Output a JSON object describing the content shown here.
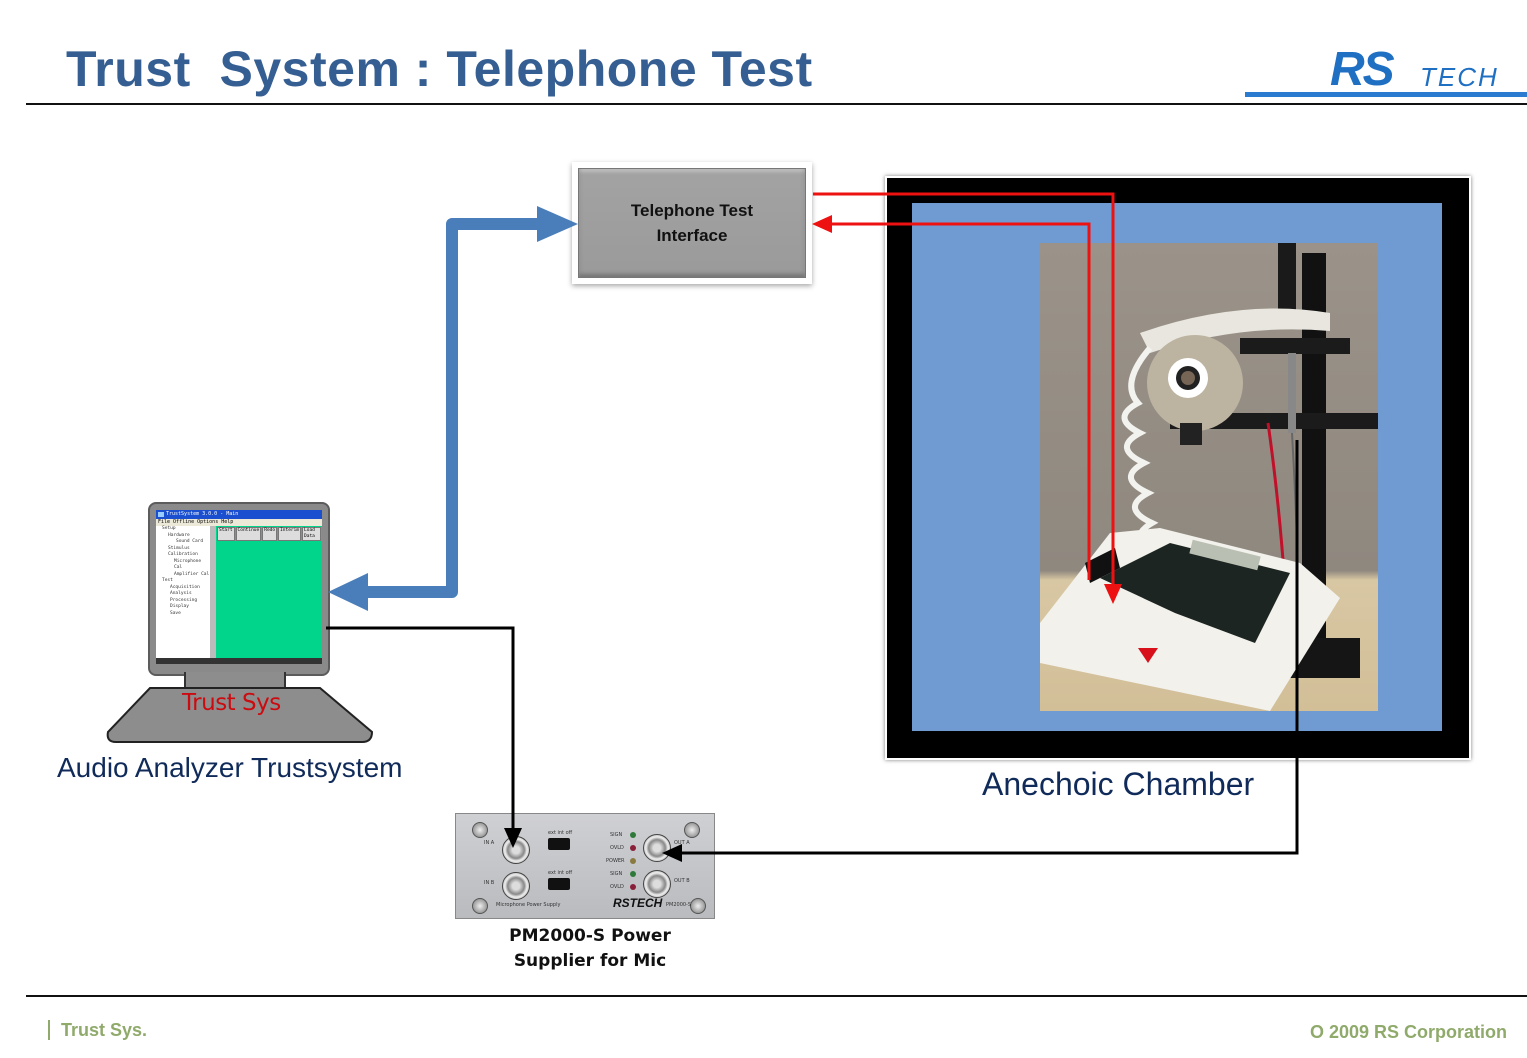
{
  "header": {
    "title": "Trust  System : Telephone Test",
    "logo": {
      "rs": "RS",
      "tech": "TECH"
    }
  },
  "diagram": {
    "interface_box": {
      "label": "Telephone Test Interface"
    },
    "chamber": {
      "label": "Anechoic Chamber"
    },
    "analyzer": {
      "label": "Audio Analyzer Trustsystem",
      "base_label": "Trust Sys",
      "app": {
        "window_title": "TrustSystem 3.0.0 - Main",
        "menu": "File  Offline  Options  Help",
        "tree": [
          "Setup",
          "Hardware",
          "Sound Card",
          "Stimulus",
          "Calibration",
          "Microphone Cal",
          "Amplifier Cal",
          "Test",
          "Acquisition",
          "Analysis",
          "Processing",
          "Display",
          "Save"
        ],
        "toolbar": [
          "Start",
          "Continue",
          "Redo",
          "Interim",
          "Load Data"
        ]
      }
    },
    "power_supply": {
      "label": "PM2000-S Power Supplier for Mic",
      "panel": {
        "in_a": "IN A",
        "in_b": "IN B",
        "out_a": "OUT A",
        "out_b": "OUT B",
        "switch_label": "ext  int  off",
        "leds": [
          "SIGN",
          "OVLD",
          "POWER",
          "SIGN",
          "OVLD"
        ],
        "footer": "Microphone Power Supply",
        "brand": "RSTECH",
        "model": "PM2000-S"
      }
    },
    "connections": [
      {
        "from": "audio-analyzer",
        "to": "telephone-test-interface",
        "kind": "bidirectional",
        "color": "#4a7ebb"
      },
      {
        "from": "telephone-test-interface",
        "to": "telephone-keypad",
        "kind": "signal-out",
        "color": "#ee1111"
      },
      {
        "from": "telephone-handset",
        "to": "telephone-test-interface",
        "kind": "signal-in",
        "color": "#ee1111"
      },
      {
        "from": "audio-analyzer",
        "to": "psu-in-a",
        "kind": "cable",
        "color": "#000000"
      },
      {
        "from": "chamber-microphone",
        "to": "psu-out-a",
        "kind": "cable",
        "color": "#000000"
      }
    ]
  },
  "footer": {
    "left": "Trust Sys.",
    "right": "O 2009 RS Corporation"
  }
}
